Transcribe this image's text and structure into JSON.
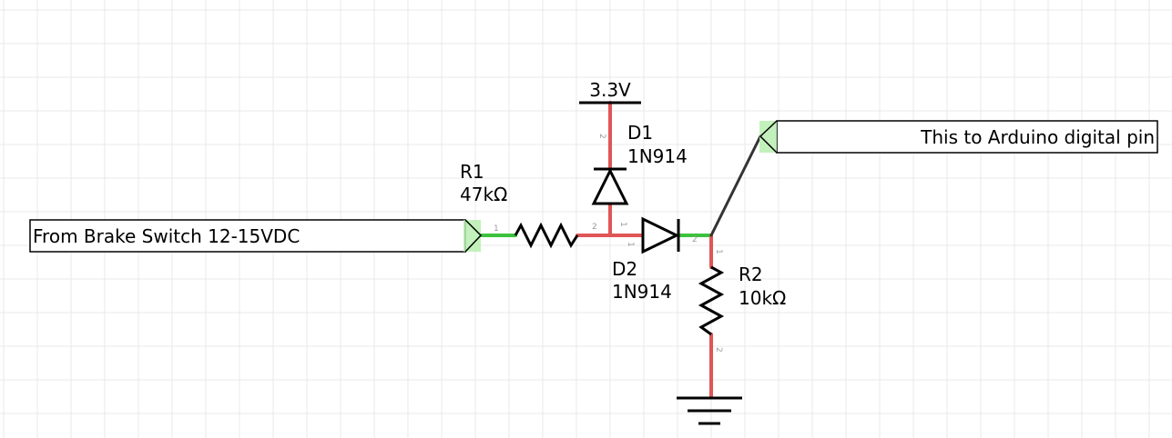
{
  "components": {
    "r1": {
      "ref": "R1",
      "value": "47kΩ",
      "pin1": "1",
      "pin2": "2"
    },
    "r2": {
      "ref": "R2",
      "value": "10kΩ",
      "pin1": "1",
      "pin2": "2"
    },
    "d1": {
      "ref": "D1",
      "value": "1N914",
      "pin1": "1",
      "pin2": "2"
    },
    "d2": {
      "ref": "D2",
      "value": "1N914",
      "pin1": "1",
      "pin2": "2"
    },
    "supply": {
      "label": "3.3V"
    }
  },
  "net_labels": {
    "input": "From Brake Switch 12-15VDC",
    "output": "This to Arduino digital pin"
  },
  "colors": {
    "wire_red": "#e05555",
    "wire_green": "#3cc23c",
    "wire_dark": "#333333",
    "terminal_highlight": "#b9efb0",
    "grid": "#e9e9e9"
  }
}
